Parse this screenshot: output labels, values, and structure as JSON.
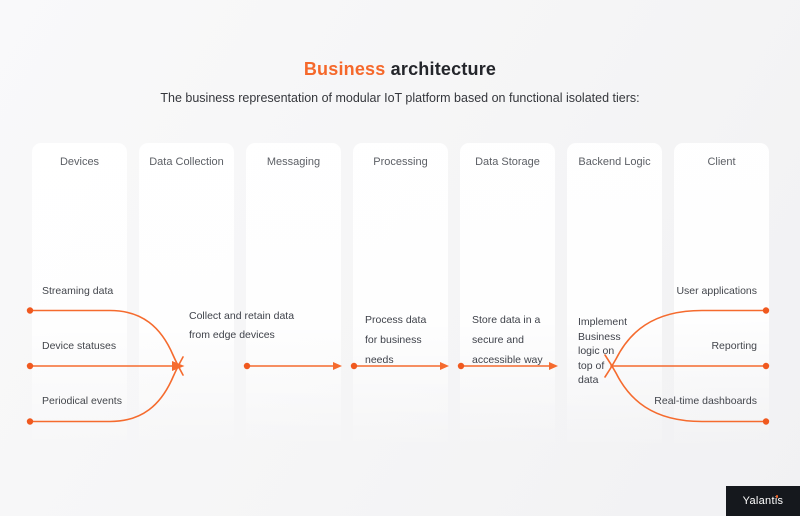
{
  "page": {
    "title_highlight": "Business",
    "title_rest": " architecture",
    "subtitle": "The business representation of modular IoT platform based on functional isolated tiers:",
    "brand": "Yalantis"
  },
  "colors": {
    "accent": "#f5682b",
    "line_orange": "#f56b2e",
    "badge_bg": "#15181d",
    "column_bg": "#ffffff"
  },
  "icons": {
    "flow_dot": "origin-dot",
    "flow_arrowhead": "right-arrowhead"
  },
  "columns": [
    {
      "header": "Devices",
      "items": [
        "Streaming data",
        "Device statuses",
        "Periodical events"
      ]
    },
    {
      "header": "Data Collection",
      "desc_lines": [
        "Collect and retain data",
        "from edge devices"
      ]
    },
    {
      "header": "Messaging"
    },
    {
      "header": "Processing",
      "desc_lines": [
        "Process data",
        "for business",
        "needs"
      ]
    },
    {
      "header": "Data Storage",
      "desc_lines": [
        "Store data in a",
        "secure and",
        "accessible way"
      ]
    },
    {
      "header": "Backend Logic",
      "desc_lines": [
        "Implement",
        "Business",
        "logic on",
        "top of",
        "data"
      ]
    },
    {
      "header": "Client",
      "items": [
        "User applications",
        "Reporting",
        "Real-time dashboards"
      ]
    }
  ]
}
